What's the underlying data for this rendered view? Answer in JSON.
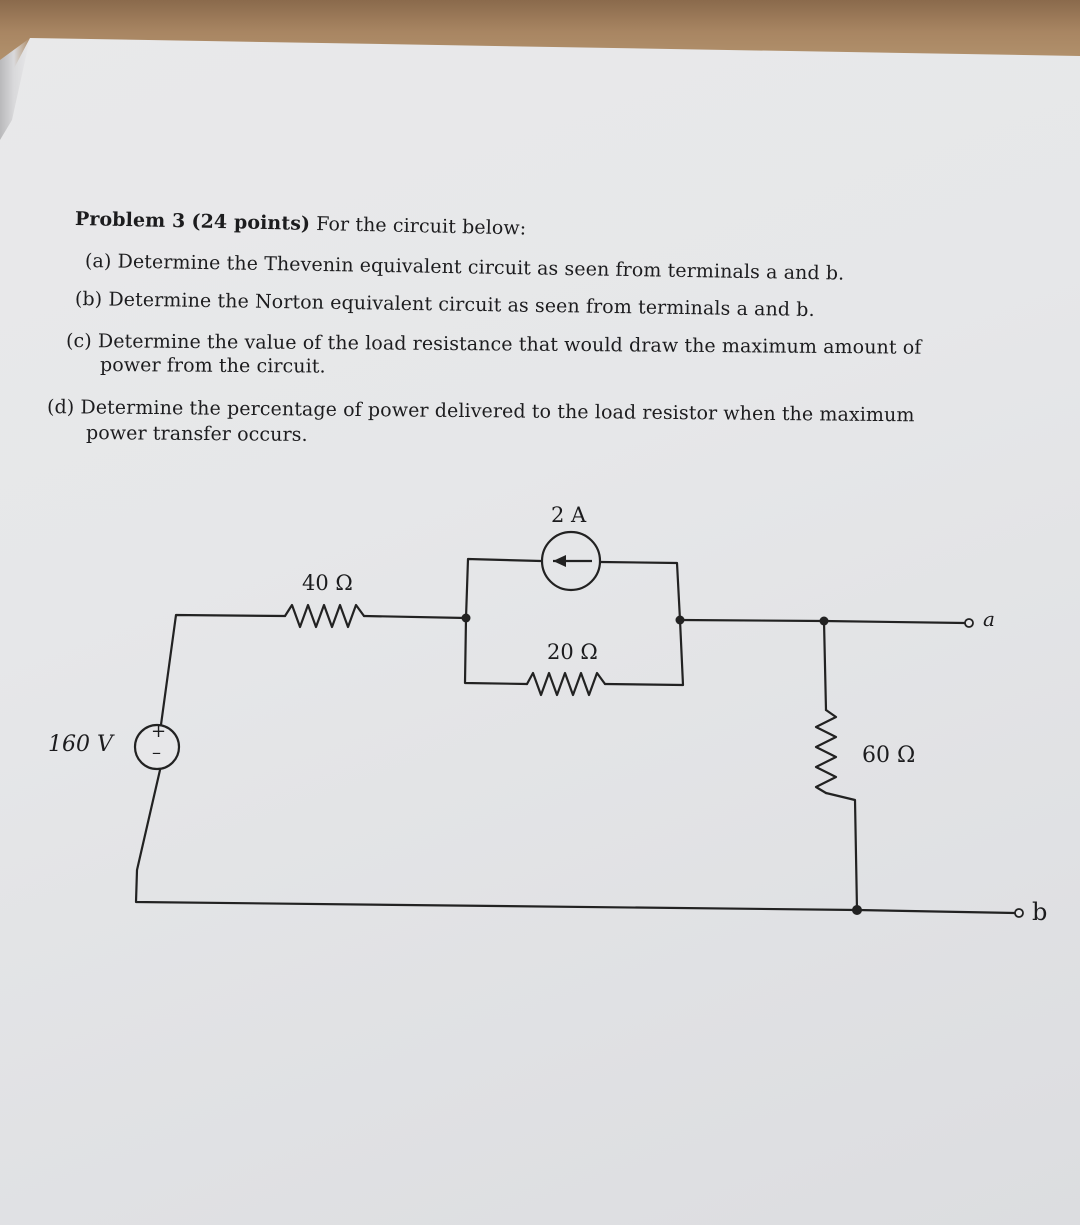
{
  "problem": {
    "header_title": "Problem 3",
    "header_points": "(24 points)",
    "header_rest": "For the circuit below:",
    "parts": [
      {
        "tag": "(a)",
        "text": "Determine the Thevenin equivalent circuit as seen from terminals a and b."
      },
      {
        "tag": "(b)",
        "text": "Determine the Norton equivalent circuit as seen from terminals a and b."
      },
      {
        "tag": "(c)",
        "text": "Determine the value of the load resistance that would draw the maximum amount of",
        "cont": "power from the circuit."
      },
      {
        "tag": "(d)",
        "text": "Determine the percentage of power delivered to the load resistor when the maximum",
        "cont": "power transfer occurs."
      }
    ]
  },
  "circuit": {
    "source_label": "160 V",
    "source_plus": "+",
    "source_minus": "–",
    "r40_label": "40 Ω",
    "current_source_label": "2 A",
    "r20_label": "20 Ω",
    "r60_label": "60 Ω",
    "terminal_a": "a",
    "terminal_b": "b"
  }
}
